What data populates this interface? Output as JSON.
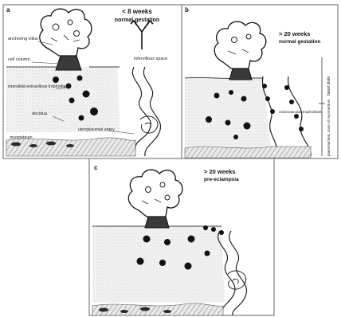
{
  "panels": [
    {
      "id": "a",
      "letter": "a",
      "title_line1": "< 8 weeks",
      "title_line2": "normal gestation",
      "labels": {
        "anchoring_villus": "anchoring villus",
        "cell_column": "cell column",
        "intervillous_space": "intervillous space",
        "interstitial_trophoblast": "interstitial extravillous trophoblast",
        "decidua": "decidua",
        "spiral_artery": "uteroplacental artery",
        "myometrium": "myometrium"
      }
    },
    {
      "id": "b",
      "letter": "b",
      "title_line1": "> 20 weeks",
      "title_line2": "normal gestation",
      "labels": {
        "endovascular_trophoblast": "endovascular trophoblast",
        "decidua_side": "basal plate",
        "myometrium_side": "placental bed, zone of myometrium"
      }
    },
    {
      "id": "c",
      "letter": "c",
      "title_line1": "> 20 weeks",
      "title_line2": "pre-eclampsia"
    }
  ],
  "colors": {
    "ink": "#1a1a1a",
    "stipple": "#c8c8c8",
    "border": "#555555"
  }
}
